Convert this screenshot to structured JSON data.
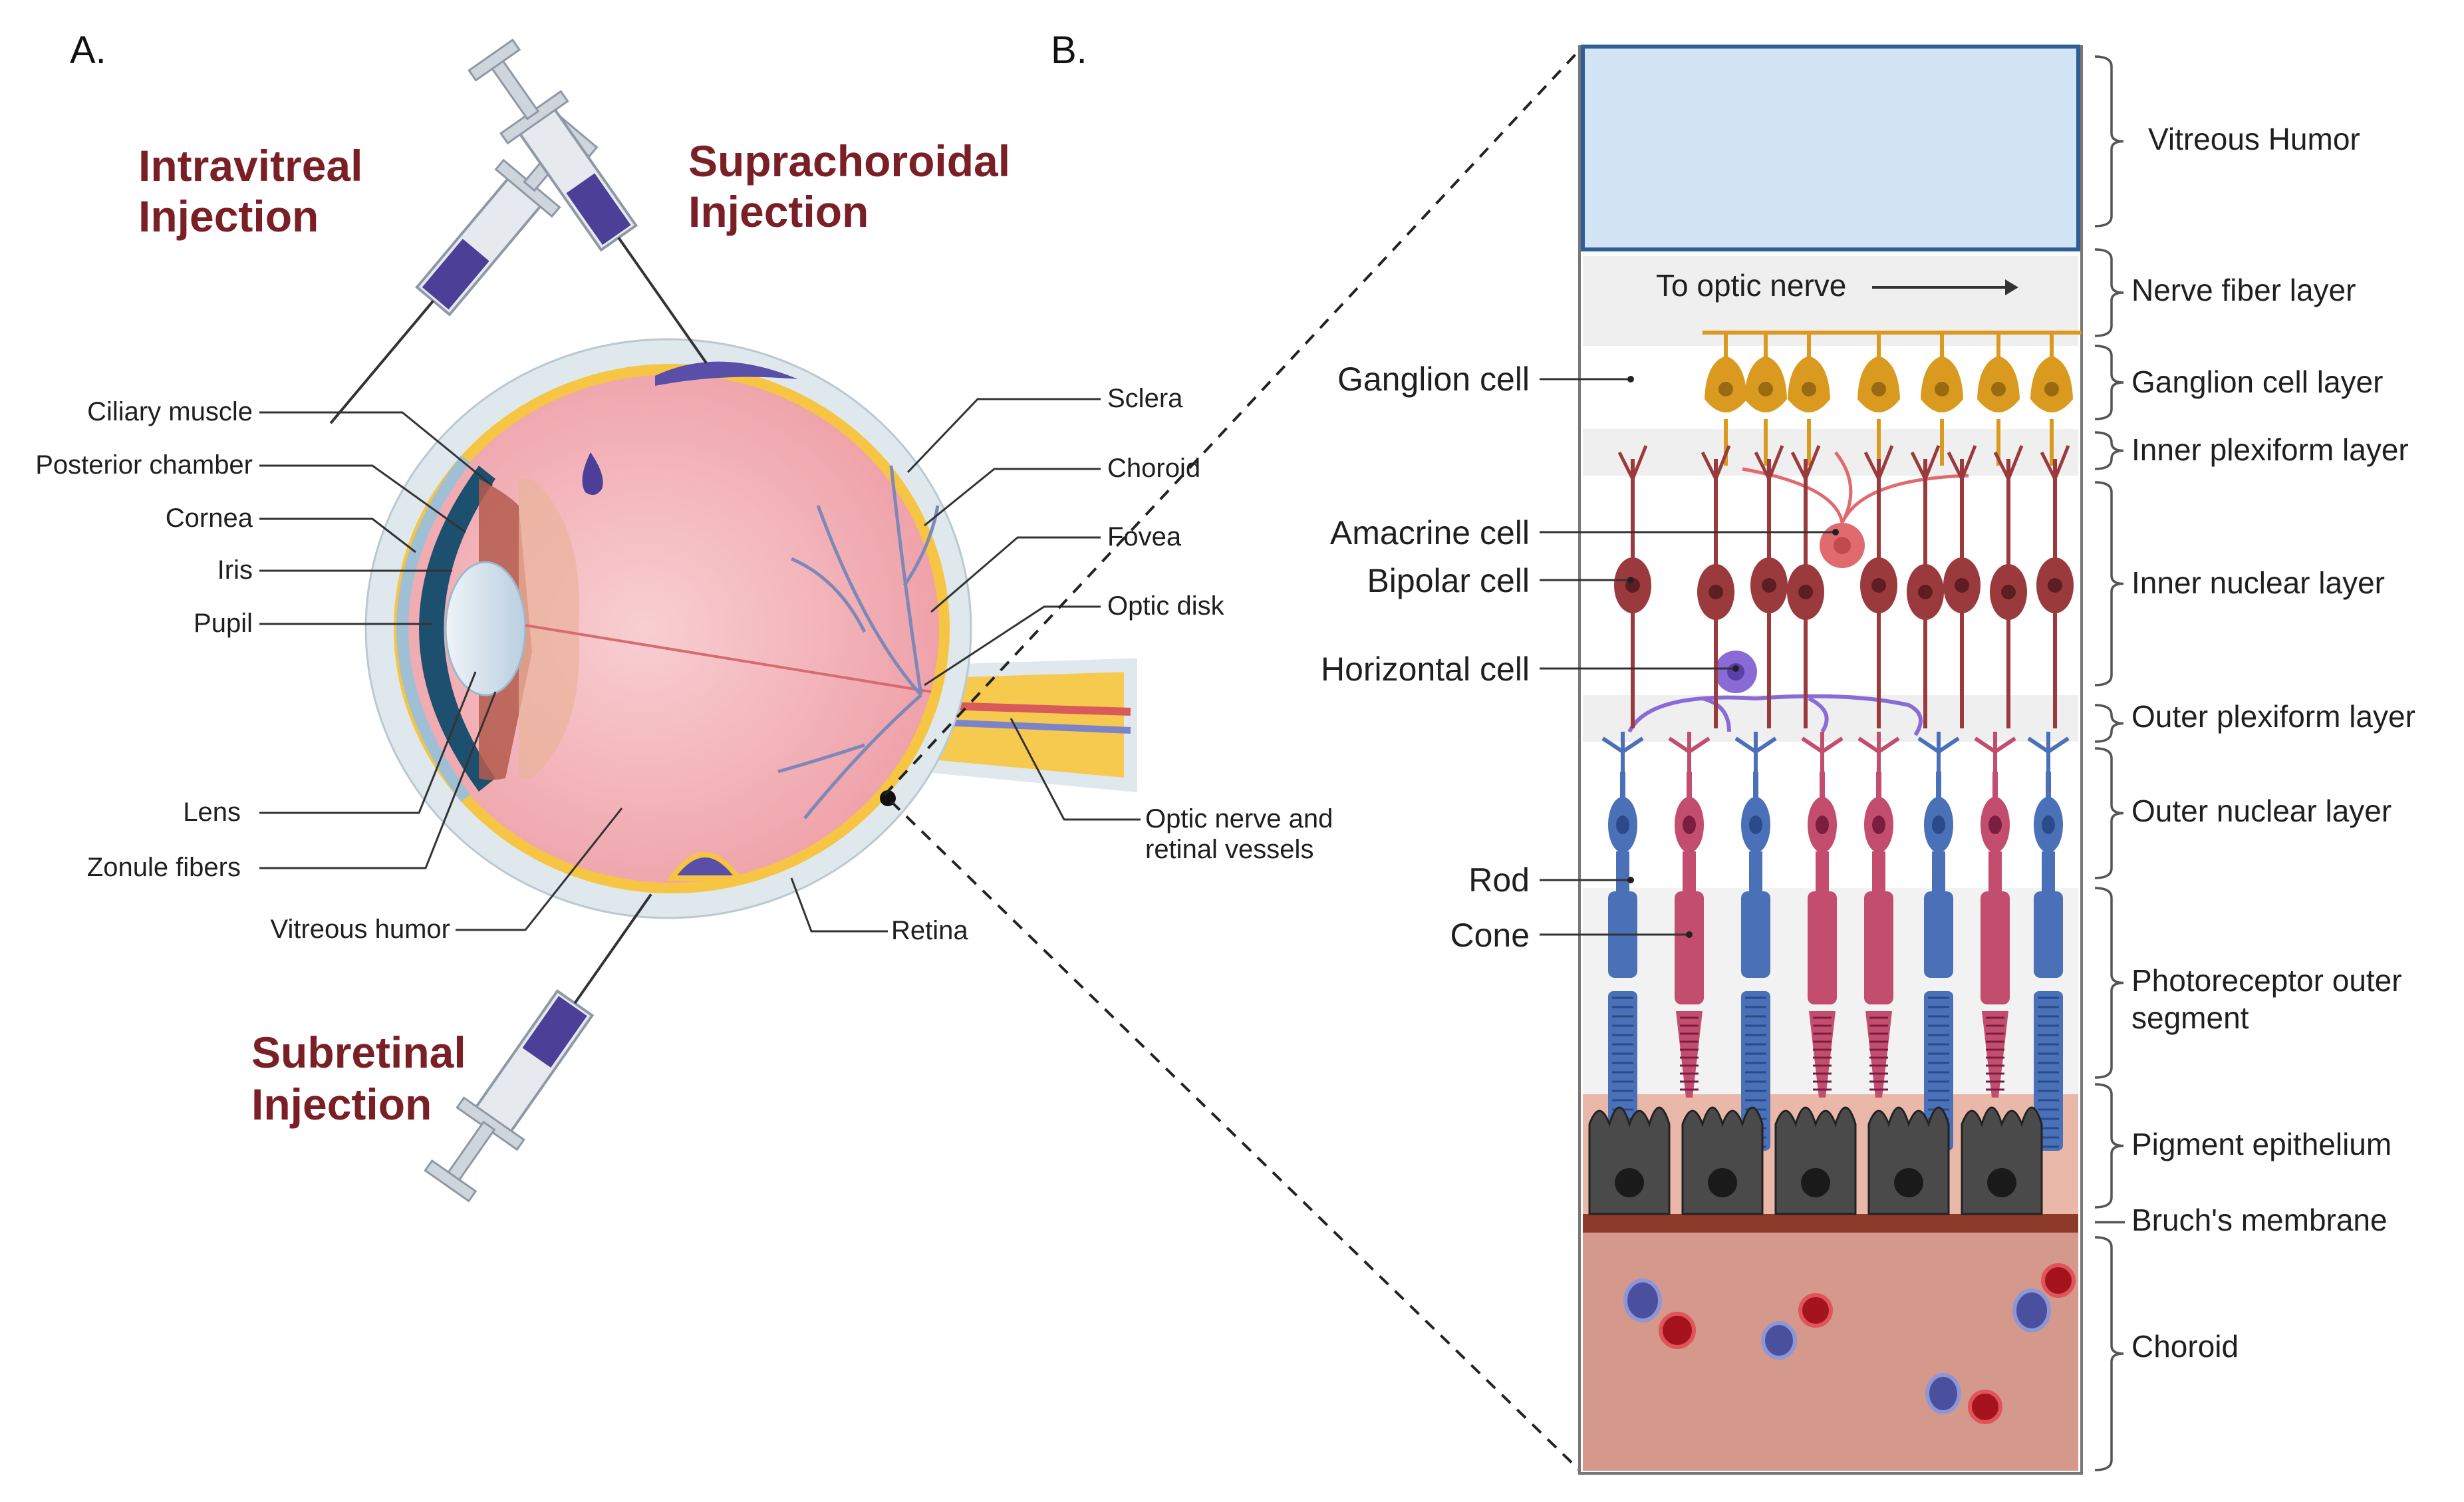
{
  "panels": {
    "a": "A.",
    "b": "B."
  },
  "injections": {
    "intravitreal": [
      "Intravitreal",
      "Injection"
    ],
    "suprachoroidal": [
      "Suprachoroidal",
      "Injection"
    ],
    "subretinal": [
      "Subretinal",
      "Injection"
    ]
  },
  "eye_labels": {
    "ciliary_muscle": "Ciliary muscle",
    "posterior_chamber": "Posterior chamber",
    "cornea": "Cornea",
    "iris": "Iris",
    "pupil": "Pupil",
    "lens": "Lens",
    "zonule_fibers": "Zonule fibers",
    "vitreous_humor": "Vitreous humor",
    "retina": "Retina",
    "sclera": "Sclera",
    "choroid": "Choroid",
    "fovea": "Fovea",
    "optic_disk": "Optic disk",
    "optic_nerve": [
      "Optic nerve and",
      "retinal vessels"
    ]
  },
  "retina_cells": {
    "to_optic_nerve": "To optic nerve",
    "ganglion": "Ganglion cell",
    "amacrine": "Amacrine cell",
    "bipolar": "Bipolar cell",
    "horizontal": "Horizontal cell",
    "rod": "Rod",
    "cone": "Cone"
  },
  "retina_layers": {
    "vitreous": "Vitreous Humor",
    "nerve_fiber": "Nerve fiber layer",
    "ganglion_layer": "Ganglion cell layer",
    "inner_plexiform": "Inner plexiform layer",
    "inner_nuclear": "Inner nuclear layer",
    "outer_plexiform": "Outer plexiform layer",
    "outer_nuclear": "Outer nuclear layer",
    "photoreceptor": [
      "Photoreceptor outer",
      "segment"
    ],
    "pigment": "Pigment epithelium",
    "bruch": "Bruch's membrane",
    "choroid_layer": "Choroid"
  },
  "colors": {
    "injection_title": "#7a1f25",
    "syringe_drug": "#4b3f97",
    "eye_body": "#f2b8bd",
    "sclera": "#dfe8ec",
    "choroid_band": "#f5c543",
    "vitreous_box": "#d3e4f5",
    "ganglion": "#d99a1f",
    "bipolar": "#9a3a3d",
    "amacrine": "#e06a6e",
    "horizontal": "#8a6bd6",
    "rod": "#4a70b8",
    "cone": "#c24d6e",
    "pigment_cell": "#4a4a4a",
    "bruch": "#8e3a2a",
    "choroid_fill": "#d4998a"
  }
}
